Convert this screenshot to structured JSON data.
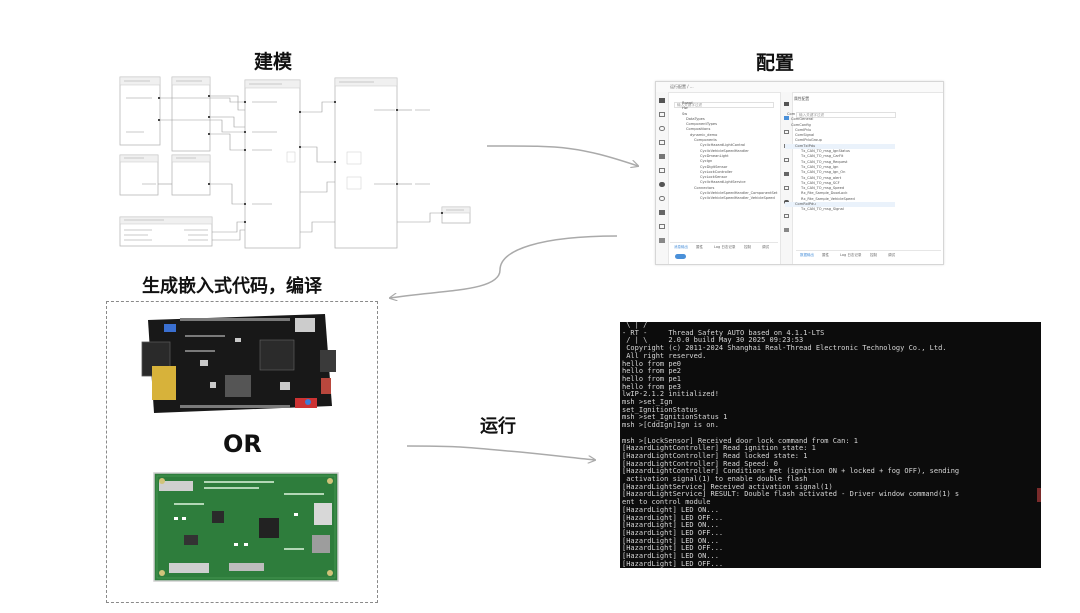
{
  "labels": {
    "modeling": "建模",
    "config": "配置",
    "codegen": "生成嵌入式代码，编译",
    "or": "OR",
    "run": "运行"
  },
  "config_ui": {
    "breadcrumb": "运行配置 / ...",
    "search_left": "输入关键字过滤",
    "search_right": "输入关键字过滤",
    "right_header": "属性配置",
    "tree_left": [
      "Board",
      "Hw",
      "Sw",
      "DataTypes",
      "ComponentTypes",
      "Compositions",
      "dynamic_demo",
      "Components",
      "CyclicHazardLightControl",
      "CyclicVehicleSpeedHandler",
      "CycDmeanLight",
      "CycIgn",
      "CycDigitSensor",
      "CycLockController",
      "CycLockSensor",
      "CyclicHazardLightService",
      "Connectors",
      "CyclicVehicleSpeedHandler_ComponentSet",
      "CyclicVehicleSpeedHandler_VehicleSpeed"
    ],
    "tree_right": [
      "Com",
      "ComGeneral",
      "ComConfig",
      "ComIPdu",
      "ComSignal",
      "ComIPduGroup",
      "ComTxIPdu",
      "Tx_CAN_TO_msg_IgnStatus",
      "Tx_CAN_TO_msg_CarFit",
      "Tx_CAN_TO_msg_Request",
      "Tx_CAN_TO_msg_Ign",
      "Tx_CAN_TO_msg_Ign_On",
      "Tx_CAN_TO_msg_alert",
      "Tx_CAN_TO_msg_SCF",
      "Tx_CAN_TO_msg_Speed",
      "Rx_Rte_Sample_DoorLock",
      "Rx_Rte_Sample_VehicleSpeed",
      "ComRxIPdu",
      "Tx_CAN_TO_msg_Signal"
    ],
    "tabs_left": [
      "消息输出",
      "属性",
      "Log 日志记录",
      "控制",
      "调试"
    ],
    "tabs_right": [
      "数据输出",
      "属性",
      "Log 日志记录",
      "控制",
      "调试"
    ]
  },
  "terminal": {
    "lines": [
      " \\ | /",
      "- RT -     Thread Safety AUTO based on 4.1.1-LTS",
      " / | \\     2.0.0 build May 30 2025 09:23:53",
      " Copyright (c) 2011-2024 Shanghai Real-Thread Electronic Technology Co., Ltd.",
      " All right reserved.",
      "hello from pe0",
      "hello from pe2",
      "hello from pe1",
      "hello from pe3",
      "lwIP-2.1.2 initialized!",
      "msh >set_Ign",
      "set_IgnitionStatus",
      "msh >set_IgnitionStatus 1",
      "msh >[CddIgn]Ign is on.",
      "",
      "msh >[LockSensor] Received door lock command from Can: 1",
      "[HazardLightController] Read ignition state: 1",
      "[HazardLightController] Read locked state: 1",
      "[HazardLightController] Read Speed: 0",
      "[HazardLightController] Conditions met (ignition ON + locked + fog OFF), sending",
      " activation signal(1) to enable double flash",
      "[HazardLightService] Received activation signal(1)",
      "[HazardLightService] RESULT: Double flash activated - Driver window command(1) s",
      "ent to control module",
      "[HazardLight] LED ON...",
      "[HazardLight] LED OFF...",
      "[HazardLight] LED ON...",
      "[HazardLight] LED OFF...",
      "[HazardLight] LED ON...",
      "[HazardLight] LED OFF...",
      "[HazardLight] LED ON...",
      "[HazardLight] LED OFF..."
    ]
  }
}
